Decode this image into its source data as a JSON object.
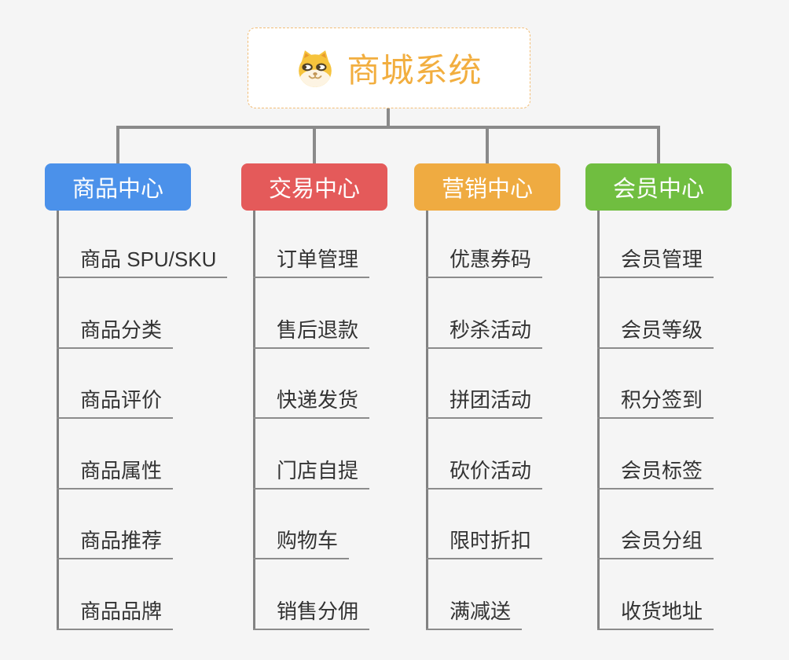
{
  "root": {
    "title": "商城系统",
    "icon": "doge-icon",
    "title_color": "#f2ae3f",
    "border_color": "#f2bd76"
  },
  "theme": {
    "background": "#f5f5f5",
    "connector_color": "#8a8a8a",
    "child_text_color": "#333333"
  },
  "branches": [
    {
      "label": "商品中心",
      "color": "#4b91ea",
      "items": [
        "商品 SPU/SKU",
        "商品分类",
        "商品评价",
        "商品属性",
        "商品推荐",
        "商品品牌"
      ]
    },
    {
      "label": "交易中心",
      "color": "#e45a5a",
      "items": [
        "订单管理",
        "售后退款",
        "快递发货",
        "门店自提",
        "购物车",
        "销售分佣"
      ]
    },
    {
      "label": "营销中心",
      "color": "#efab41",
      "items": [
        "优惠券码",
        "秒杀活动",
        "拼团活动",
        "砍价活动",
        "限时折扣",
        "满减送"
      ]
    },
    {
      "label": "会员中心",
      "color": "#70be40",
      "items": [
        "会员管理",
        "会员等级",
        "积分签到",
        "会员标签",
        "会员分组",
        "收货地址"
      ]
    }
  ]
}
